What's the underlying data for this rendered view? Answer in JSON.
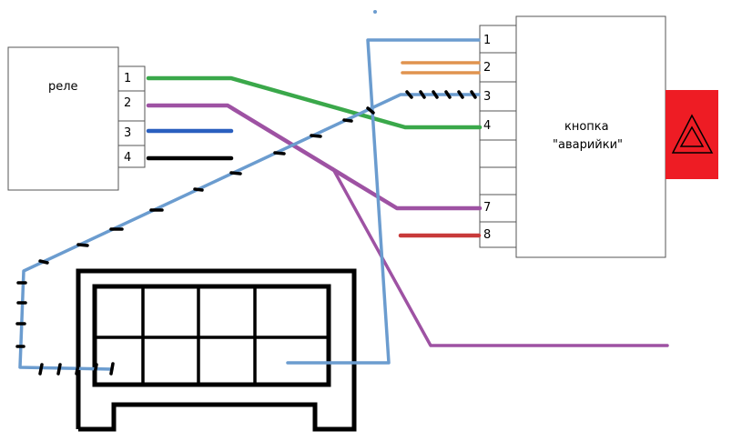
{
  "relay": {
    "label": "реле",
    "pins": [
      "1",
      "2",
      "3",
      "4"
    ]
  },
  "button": {
    "label_line1": "кнопка",
    "label_line2": "\"аварийки\"",
    "pins": [
      "1",
      "2",
      "3",
      "4",
      "7",
      "8"
    ]
  },
  "colors": {
    "green": "#3aa84a",
    "purple": "#9e52a3",
    "blue": "#6b9ccf",
    "dark_blue": "#2a5fbf",
    "black": "#000000",
    "orange": "#e0934f",
    "red": "#c83a3a",
    "hazard_red": "#ee1c24"
  }
}
